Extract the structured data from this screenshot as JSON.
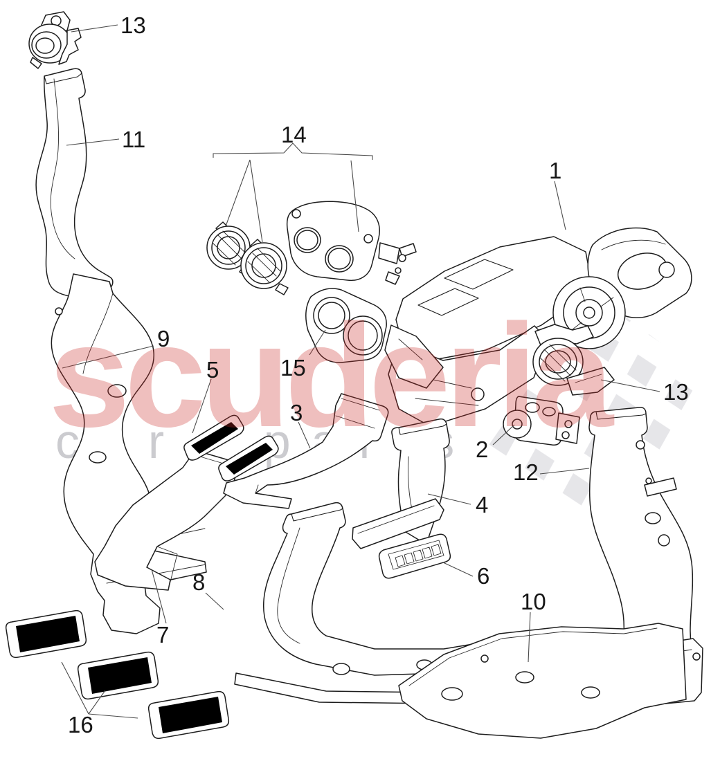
{
  "watermark": {
    "brand": "scuderia",
    "tagline": "car parts",
    "brand_color": "#C92C29",
    "tagline_color": "#C6C6CA",
    "checker_color": "#E3E3E7"
  },
  "diagram": {
    "description_colors": {
      "line_art": "#1D1D1D",
      "background": "#FFFFFF"
    },
    "callouts": [
      {
        "text": "13"
      },
      {
        "text": "11"
      },
      {
        "text": "14"
      },
      {
        "text": "1"
      },
      {
        "text": "9"
      },
      {
        "text": "5"
      },
      {
        "text": "15"
      },
      {
        "text": "13"
      },
      {
        "text": "3"
      },
      {
        "text": "2"
      },
      {
        "text": "12"
      },
      {
        "text": "4"
      },
      {
        "text": "6"
      },
      {
        "text": "8"
      },
      {
        "text": "10"
      },
      {
        "text": "7"
      },
      {
        "text": "16"
      }
    ]
  }
}
